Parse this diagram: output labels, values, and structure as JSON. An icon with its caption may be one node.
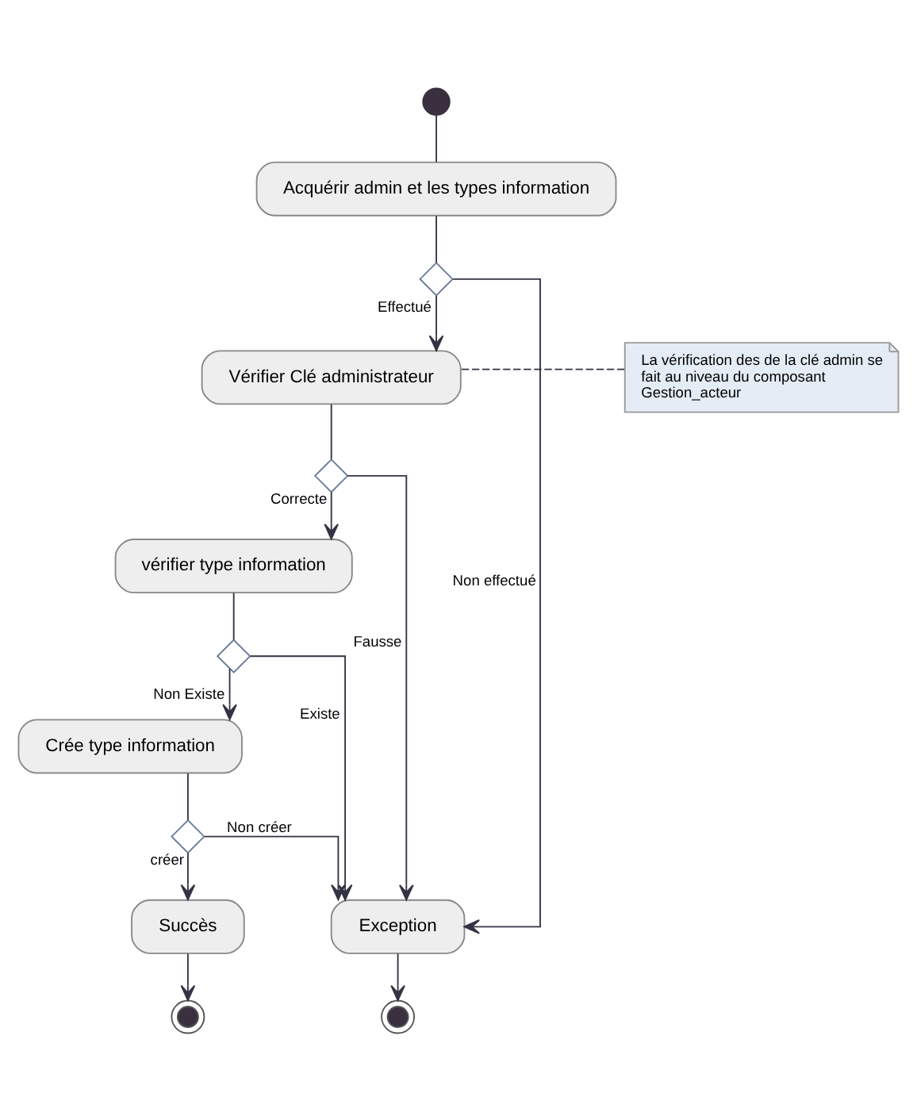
{
  "diagram": {
    "nodes": [
      {
        "text": [],
        "shape": "circle"
      },
      {
        "text": [
          "Acquérir admin et les types information"
        ]
      },
      {
        "text": [],
        "shape": "diamond"
      },
      {
        "text": [
          "La vérification des de la clé admin se fait au niveau du composant Gestion_acteur"
        ]
      },
      {
        "text": [
          "Vérifier Clé administrateur"
        ]
      },
      {
        "text": [],
        "shape": "diamond"
      },
      {
        "text": [
          "vérifier type information"
        ]
      },
      {
        "text": [],
        "shape": "diamond"
      },
      {
        "text": [
          "Crée type information"
        ]
      },
      {
        "text": [],
        "shape": "diamond"
      },
      {
        "text": [
          "Succès"
        ]
      },
      {
        "text": [
          "Exception"
        ]
      },
      {
        "text": [],
        "shape": "bullseye"
      },
      {
        "text": [],
        "shape": "bullseye"
      }
    ],
    "edges": [
      {
        "from": 0,
        "to": 1,
        "arrow": "none"
      },
      {
        "from": 1,
        "to": 2,
        "arrow": "none"
      },
      {
        "from": 2,
        "to": 4,
        "arrow": "to",
        "label": "Effectué"
      },
      {
        "from": 2,
        "to": 11,
        "arrow": "to",
        "label": "Non effectué"
      },
      {
        "from": 3,
        "to": 4,
        "arrow": "none",
        "style": "dashed"
      },
      {
        "from": 4,
        "to": 5,
        "arrow": "none"
      },
      {
        "from": 5,
        "to": 6,
        "arrow": "to",
        "label": "Correcte"
      },
      {
        "from": 5,
        "to": 11,
        "arrow": "to",
        "label": "Fausse"
      },
      {
        "from": 6,
        "to": 7,
        "arrow": "none"
      },
      {
        "from": 7,
        "to": 8,
        "arrow": "to",
        "label": "Non Existe"
      },
      {
        "from": 7,
        "to": 11,
        "arrow": "to",
        "label": "Existe"
      },
      {
        "from": 8,
        "to": 9,
        "arrow": "none"
      },
      {
        "from": 9,
        "to": 10,
        "arrow": "to",
        "label": "créer"
      },
      {
        "from": 9,
        "to": 11,
        "arrow": "to",
        "label": "Non créer"
      },
      {
        "from": 10,
        "to": 12,
        "arrow": "to"
      },
      {
        "from": 11,
        "to": 13,
        "arrow": "to"
      }
    ]
  }
}
